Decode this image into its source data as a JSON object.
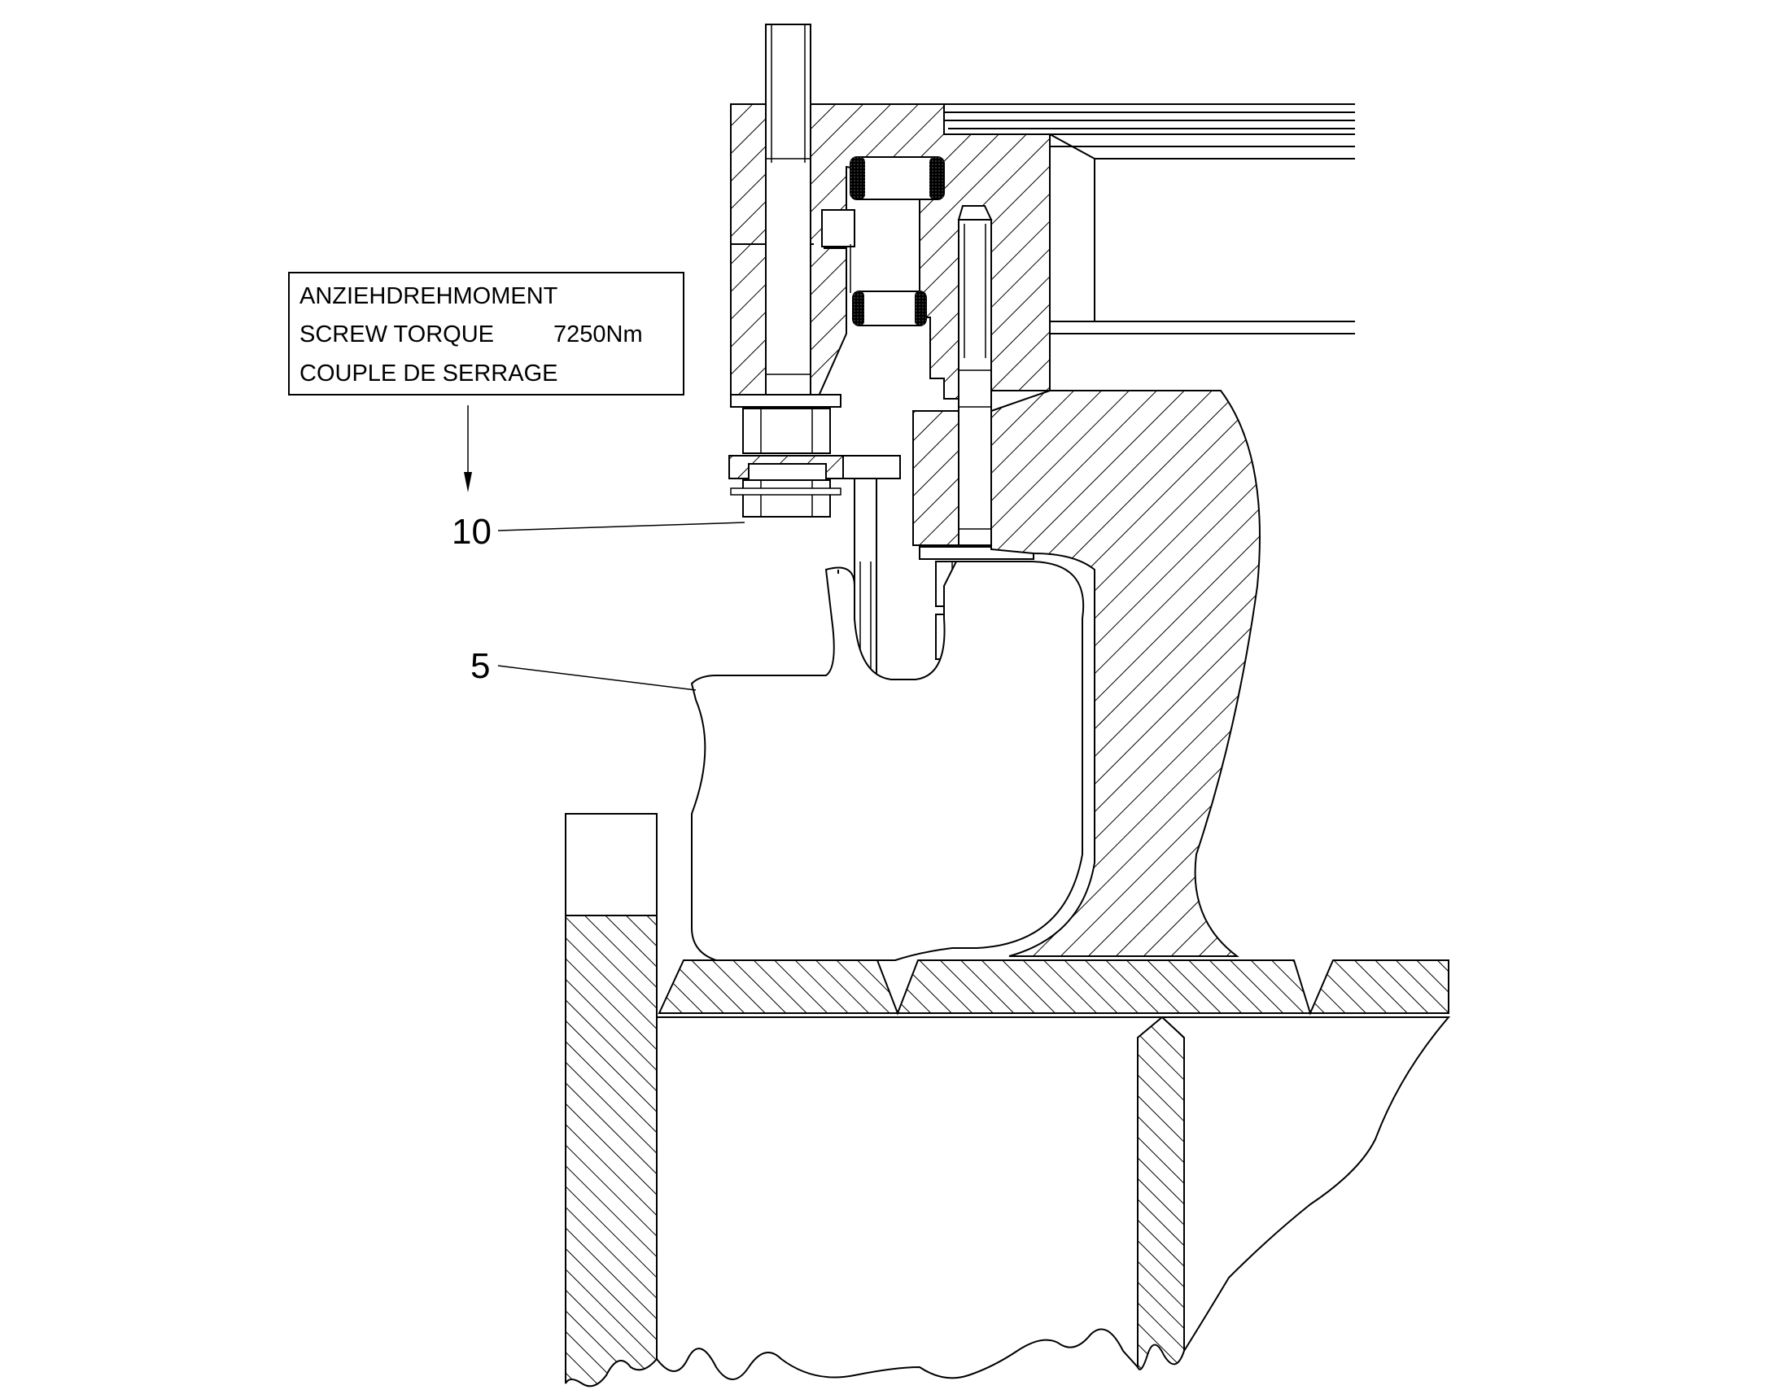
{
  "torque_note": {
    "line_de": "ANZIEHDREHMOMENT",
    "line_en": "SCREW TORQUE",
    "line_fr": "COUPLE DE SERRAGE",
    "value": "7250Nm"
  },
  "callouts": {
    "nut": "10",
    "part": "5"
  }
}
